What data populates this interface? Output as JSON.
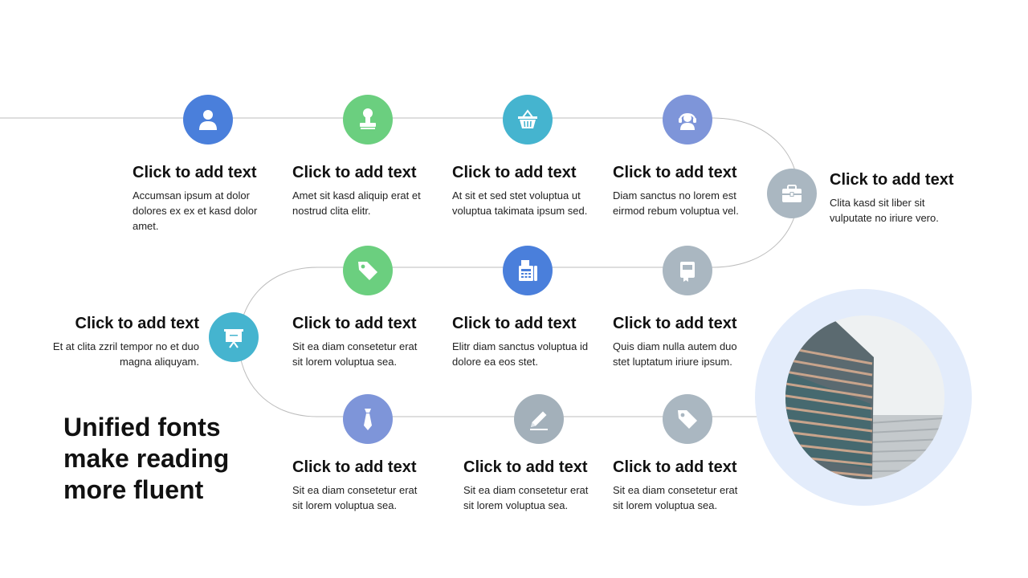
{
  "colors": {
    "blue": "#4a7fdb",
    "green": "#6bcf7f",
    "teal": "#45b4cf",
    "periwinkle": "#7e95d9",
    "gray": "#aab7c1",
    "slate": "#a3b0ba",
    "path_line": "#bcbcbc",
    "photo_ring": "#e3ecfb"
  },
  "steps": [
    {
      "icon": "person-icon",
      "color": "blue",
      "title": "Click to add text",
      "body": "Accumsan ipsum at dolor dolores ex ex et kasd dolor amet."
    },
    {
      "icon": "stamp-icon",
      "color": "green",
      "title": "Click to add text",
      "body": "Amet sit kasd aliquip erat et nostrud clita elitr."
    },
    {
      "icon": "basket-icon",
      "color": "teal",
      "title": "Click to add text",
      "body": "At sit et sed stet voluptua ut voluptua takimata ipsum sed."
    },
    {
      "icon": "headset-icon",
      "color": "periwinkle",
      "title": "Click to add text",
      "body": "Diam sanctus no lorem est eirmod rebum voluptua vel."
    },
    {
      "icon": "briefcase-icon",
      "color": "gray",
      "title": "Click to add text",
      "body": "Clita kasd sit liber sit vulputate no iriure vero."
    },
    {
      "icon": "book-icon",
      "color": "gray",
      "title": "Click to add text",
      "body": "Quis diam nulla autem duo stet luptatum iriure ipsum."
    },
    {
      "icon": "fax-icon",
      "color": "blue",
      "title": "Click to add text",
      "body": "Elitr diam sanctus voluptua id dolore ea eos stet."
    },
    {
      "icon": "tag-icon",
      "color": "green",
      "title": "Click to add text",
      "body": "Sit ea diam consetetur erat sit lorem voluptua sea."
    },
    {
      "icon": "presentation-icon",
      "color": "teal",
      "title": "Click to add text",
      "body": "Et at clita zzril tempor no et duo magna aliquyam."
    },
    {
      "icon": "tie-icon",
      "color": "periwinkle",
      "title": "Click to add text",
      "body": "Sit ea diam consetetur erat sit lorem voluptua sea."
    },
    {
      "icon": "pencil-icon",
      "color": "slate",
      "title": "Click to add text",
      "body": "Sit ea diam consetetur erat sit lorem voluptua sea."
    },
    {
      "icon": "tag-icon",
      "color": "gray",
      "title": "Click to add text",
      "body": "Sit ea diam consetetur erat sit lorem voluptua sea."
    }
  ],
  "headline": "Unified fonts make reading more fluent",
  "photo": {
    "subject": "building-photo"
  }
}
